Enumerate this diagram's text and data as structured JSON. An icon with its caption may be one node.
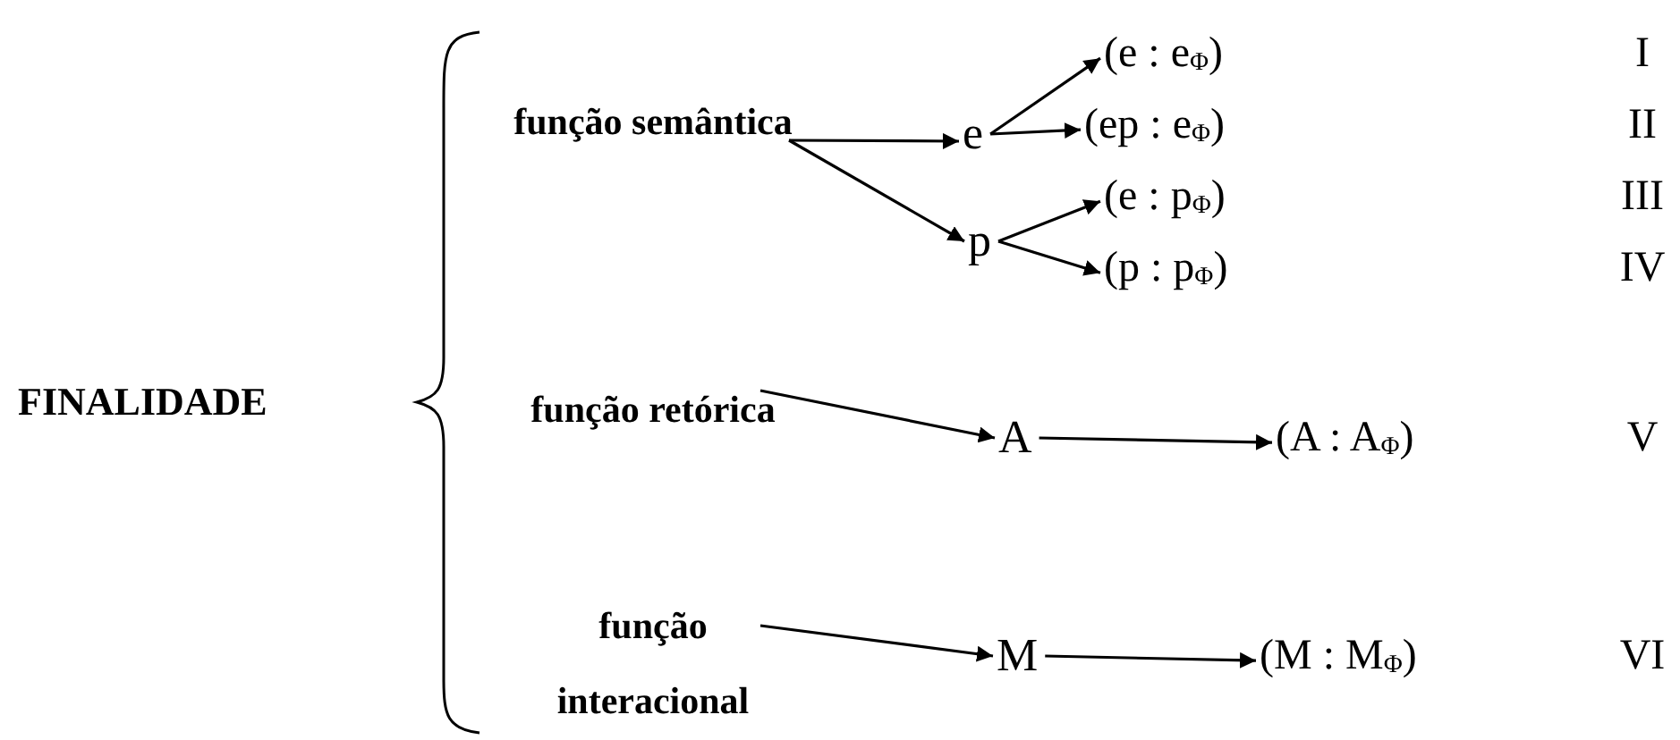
{
  "diagram": {
    "nodes": [
      {
        "text": [
          "FINALIDADE"
        ]
      },
      {
        "text": [
          "função semântica"
        ]
      },
      {
        "text": [
          "função retórica"
        ]
      },
      {
        "text": [
          "função interacional"
        ]
      },
      {
        "text": [
          "e"
        ]
      },
      {
        "text": [
          "p"
        ]
      },
      {
        "text": [
          "(e : e$_{Φ}$)"
        ]
      },
      {
        "text": [
          "(ep : e$_{Φ}$)"
        ]
      },
      {
        "text": [
          "(e : p$_{Φ}$)"
        ]
      },
      {
        "text": [
          "(p : p$_{Φ}$)"
        ]
      },
      {
        "text": [
          "A"
        ]
      },
      {
        "text": [
          "(A : A$_{Φ}$)"
        ]
      },
      {
        "text": [
          "M"
        ]
      },
      {
        "text": [
          "(M : M$_{Φ}$)"
        ]
      }
    ],
    "edges": [
      {
        "from": 1,
        "to": 4,
        "arrow": "to"
      },
      {
        "from": 1,
        "to": 5,
        "arrow": "to"
      },
      {
        "from": 4,
        "to": 6,
        "arrow": "to"
      },
      {
        "from": 4,
        "to": 7,
        "arrow": "to"
      },
      {
        "from": 5,
        "to": 8,
        "arrow": "to"
      },
      {
        "from": 5,
        "to": 9,
        "arrow": "to"
      },
      {
        "from": 2,
        "to": 10,
        "arrow": "to"
      },
      {
        "from": 10,
        "to": 11,
        "arrow": "to"
      },
      {
        "from": 3,
        "to": 12,
        "arrow": "to"
      },
      {
        "from": 12,
        "to": 13,
        "arrow": "to"
      }
    ],
    "labels": [
      "I",
      "II",
      "III",
      "IV",
      "V",
      "VI"
    ]
  }
}
